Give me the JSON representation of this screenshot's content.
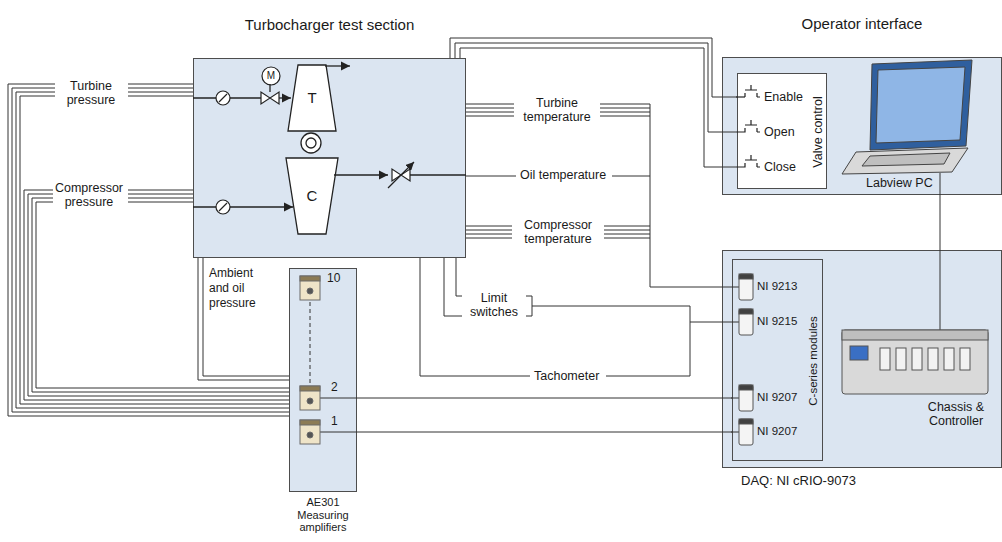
{
  "diagram": {
    "nodes": [
      {
        "text": [
          "Turbocharger test section"
        ]
      },
      {
        "text": [
          "T"
        ],
        "in": 0
      },
      {
        "text": [
          "C"
        ],
        "in": 0
      },
      {
        "text": [
          "M"
        ],
        "in": 0
      },
      {
        "text": [
          "Operator interface"
        ]
      },
      {
        "text": [
          "Valve control"
        ],
        "in": 4
      },
      {
        "text": [
          "AE301 Measuring amplifiers"
        ]
      },
      {
        "text": [
          "DAQ: NI cRIO-9073"
        ]
      },
      {
        "text": [
          "C-series modules"
        ],
        "in": 7
      }
    ],
    "edges": [
      {
        "from": 5,
        "to": 0,
        "arrow": "none"
      },
      {
        "from": 4,
        "to": 7,
        "arrow": "none"
      },
      {
        "from": 6,
        "to": 8,
        "arrow": "none"
      },
      {
        "from": 6,
        "to": 8,
        "arrow": "none"
      }
    ],
    "labels": [
      "Turbine pressure",
      "Compressor pressure",
      "Ambient and oil pressure",
      "Turbine temperature",
      "Oil temperature",
      "Compressor temperature",
      "Limit switches",
      "Tachometer",
      "10",
      "2",
      "1",
      "Enable",
      "Open",
      "Close",
      "Labview PC",
      "NI 9213",
      "NI 9215",
      "NI 9207",
      "NI 9207",
      "Chassis & Controller"
    ]
  }
}
